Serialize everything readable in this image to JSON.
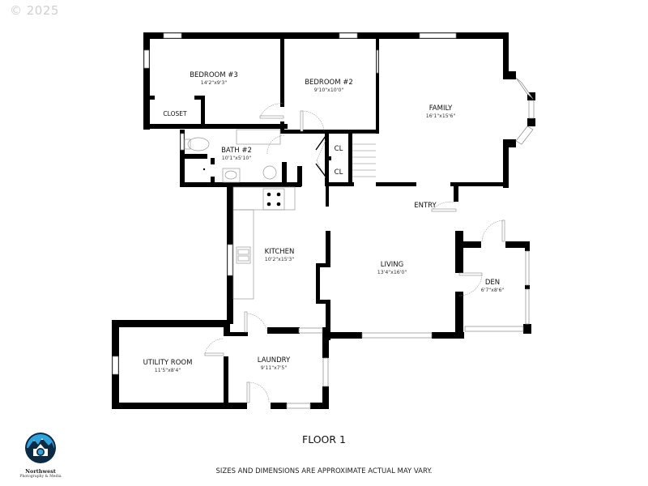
{
  "copyright": "© 2025",
  "floor_label": "FLOOR 1",
  "disclaimer": "SIZES AND DIMENSIONS ARE APPROXIMATE ACTUAL MAY VARY.",
  "logo": {
    "name": "Northwest",
    "subtitle": "Photography & Media",
    "colors": {
      "circle": "#0d2a44",
      "sky": "#2fa3de",
      "lens": "#2fa3de"
    }
  },
  "rooms": {
    "bedroom3": {
      "name": "BEDROOM #3",
      "dim": "14'2\"x9'3\""
    },
    "closet": {
      "name": "CLOSET"
    },
    "bedroom2": {
      "name": "BEDROOM #2",
      "dim": "9'10\"x10'0\""
    },
    "family": {
      "name": "FAMILY",
      "dim": "16'1\"x15'6\""
    },
    "bath2": {
      "name": "BATH #2",
      "dim": "10'1\"x5'10\""
    },
    "cl1": {
      "name": "CL"
    },
    "cl2": {
      "name": "CL"
    },
    "entry": {
      "name": "ENTRY"
    },
    "kitchen": {
      "name": "KITCHEN",
      "dim": "10'2\"x15'3\""
    },
    "living": {
      "name": "LIVING",
      "dim": "13'4\"x16'0\""
    },
    "den": {
      "name": "DEN",
      "dim": "6'7\"x8'6\""
    },
    "utility": {
      "name": "UTILITY ROOM",
      "dim": "11'5\"x8'4\""
    },
    "laundry": {
      "name": "LAUNDRY",
      "dim": "9'11\"x7'5\""
    }
  }
}
